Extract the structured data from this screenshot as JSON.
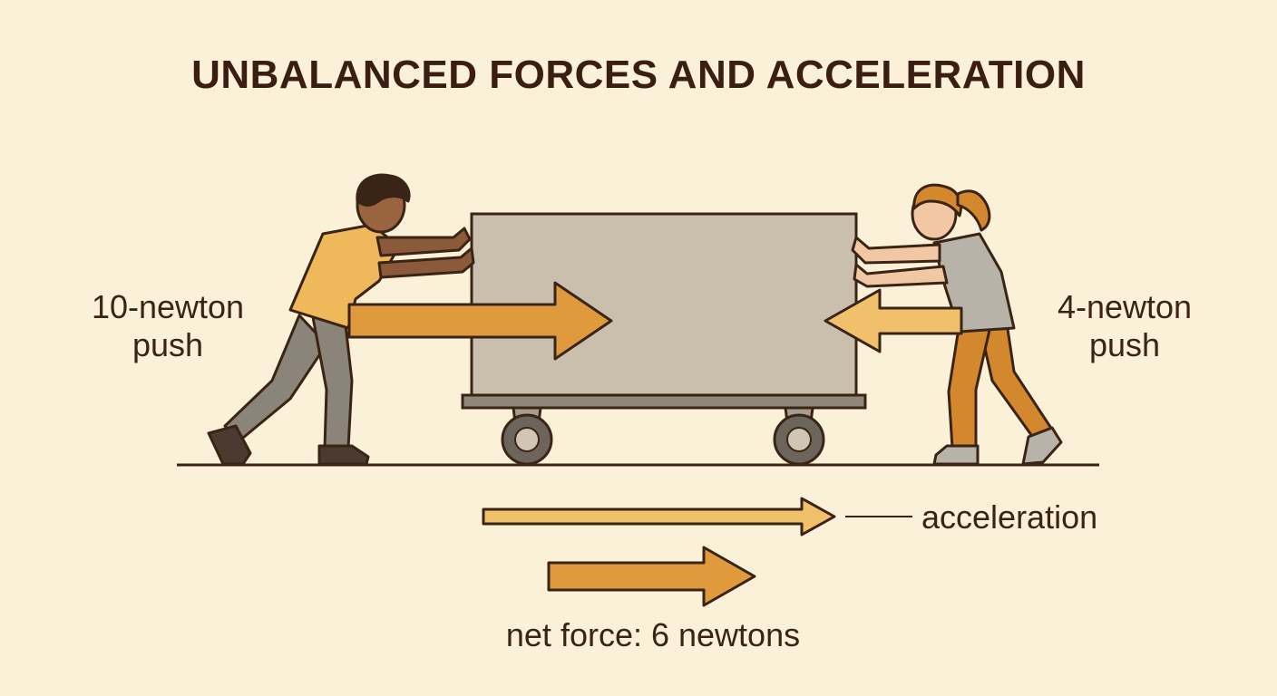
{
  "title": "UNBALANCED FORCES AND ACCELERATION",
  "left_push": {
    "line1": "10-newton",
    "line2": "push"
  },
  "right_push": {
    "line1": "4-newton",
    "line2": "push"
  },
  "acceleration_label": "acceleration",
  "net_force_label": "net force: 6 newtons",
  "colors": {
    "background": "#fbf0d8",
    "ink": "#3a2416",
    "arrow_orange": "#e09a3e",
    "arrow_light": "#f0c06a",
    "box_fill": "#c9bfac",
    "shirt_yellow": "#efb85a",
    "pants_gray": "#8a8578",
    "woman_pants": "#d4882e",
    "woman_shirt": "#b8b3a8"
  }
}
